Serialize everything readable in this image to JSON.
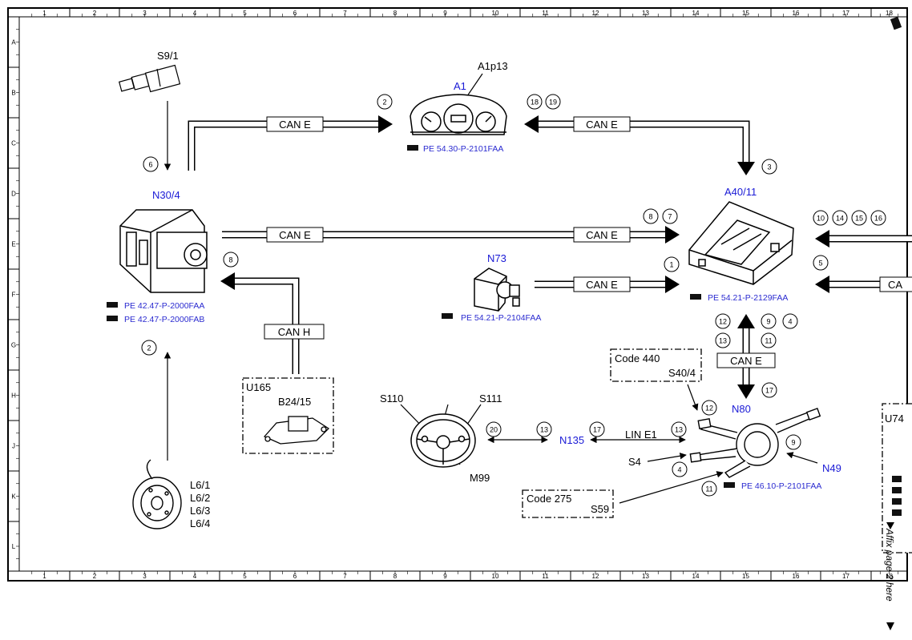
{
  "ruler": {
    "columns": [
      "1",
      "2",
      "3",
      "4",
      "5",
      "6",
      "7",
      "8",
      "9",
      "10",
      "11",
      "12",
      "13",
      "14",
      "15",
      "16",
      "17",
      "18"
    ],
    "rows": [
      "A",
      "B",
      "C",
      "D",
      "E",
      "F",
      "G",
      "H",
      "J",
      "K",
      "L"
    ]
  },
  "components": {
    "s9_1": "S9/1",
    "a1": "A1",
    "a1p13": "A1p13",
    "n30_4": "N30/4",
    "a40_11": "A40/11",
    "n73": "N73",
    "u165": "U165",
    "b24_15": "B24/15",
    "s110": "S110",
    "s111": "S111",
    "m99": "M99",
    "n135": "N135",
    "n80": "N80",
    "n49": "N49",
    "s40_4": "S40/4",
    "s4": "S4",
    "s59": "S59",
    "u74": "U74",
    "l6": [
      "L6/1",
      "L6/2",
      "L6/3",
      "L6/4"
    ]
  },
  "codes": {
    "code440": "Code 440",
    "code275": "Code 275"
  },
  "buses": {
    "can_e": "CAN E",
    "can_h": "CAN H",
    "can_partial": "CA",
    "lin_e1": "LIN E1"
  },
  "refs": {
    "a1": "PE 54.30-P-2101FAA",
    "n30_4_a": "PE 42.47-P-2000FAA",
    "n30_4_b": "PE 42.47-P-2000FAB",
    "n73": "PE 54.21-P-2104FAA",
    "a40_11": "PE 54.21-P-2129FAA",
    "n80": "PE 46.10-P-2101FAA"
  },
  "markers": {
    "m2a": "2",
    "m18": "18",
    "m19": "19",
    "m6": "6",
    "m3": "3",
    "m8a": "8",
    "m7": "7",
    "m10": "10",
    "m14": "14",
    "m15": "15",
    "m16": "16",
    "m8b": "8",
    "m1": "1",
    "m5": "5",
    "m12a": "12",
    "m9a": "9",
    "m4a": "4",
    "m13a": "13",
    "m11a": "11",
    "m2b": "2",
    "m17a": "17",
    "m20": "20",
    "m13b": "13",
    "m17b": "17",
    "m13c": "13",
    "m12b": "12",
    "m9b": "9",
    "m4b": "4",
    "m11b": "11"
  },
  "side_note": "Affix page 2 here"
}
